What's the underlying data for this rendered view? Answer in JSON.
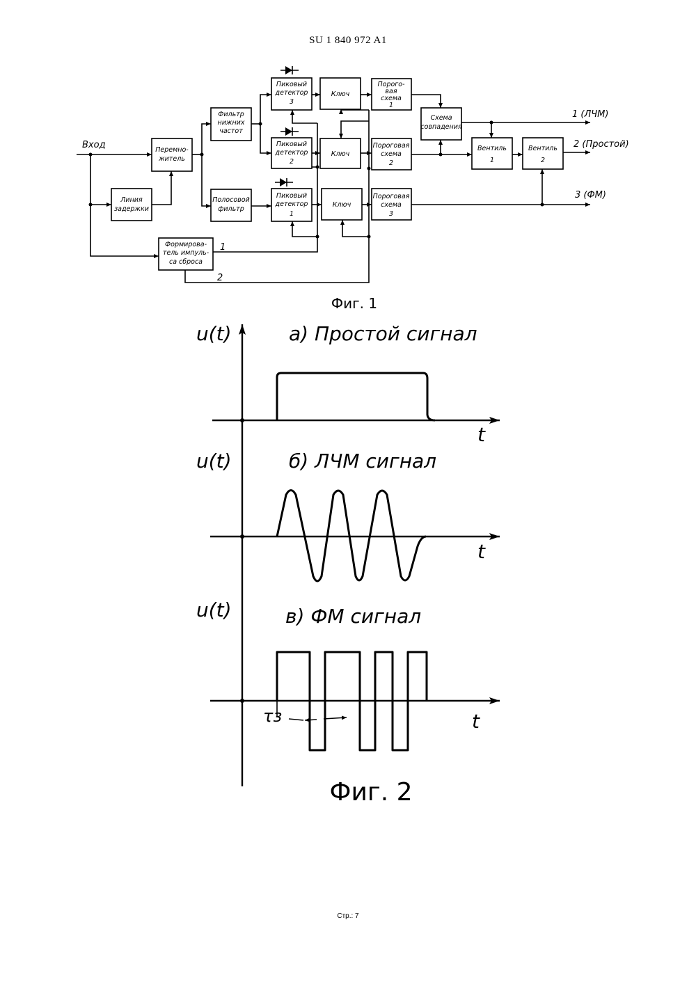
{
  "header": "SU    1 840 972  A1",
  "footer": "Стр.: 7",
  "fig1": {
    "caption": "Фиг. 1",
    "input_label": "Вход",
    "blocks": {
      "multiplier": [
        "Перемно-",
        "житель"
      ],
      "delay": [
        "Линия",
        "задержки"
      ],
      "lpf": [
        "Фильтр",
        "нижних",
        "частот"
      ],
      "bpf": [
        "Полосовой",
        "фильтр"
      ],
      "pd3": [
        "Пиковый",
        "детектор",
        "3"
      ],
      "pd2": [
        "Пиковый",
        "детектор",
        "2"
      ],
      "pd1": [
        "Пиковый",
        "детектор",
        "1"
      ],
      "key3": "Ключ",
      "key2": "Ключ",
      "key1": "Ключ",
      "th1": [
        "Порого-",
        "вая",
        "схема",
        "1"
      ],
      "th2": [
        "Пороговая",
        "схема",
        "2"
      ],
      "th3": [
        "Пороговая",
        "схема",
        "3"
      ],
      "coinc": [
        "Схема",
        "совпадения"
      ],
      "gate1": [
        "Вентиль",
        "1"
      ],
      "gate2": [
        "Вентиль",
        "2"
      ],
      "reset": [
        "Формирова-",
        "тель импуль-",
        "са сброса"
      ]
    },
    "reset_out1": "1",
    "reset_out2": "2",
    "outputs": [
      "1 (ЛЧМ)",
      "2 (Простой)",
      "3 (ФМ)"
    ]
  },
  "fig2": {
    "caption": "Фиг. 2",
    "ylabel": "u(t)",
    "xlabel": "t",
    "tau_label": "τз",
    "panels": [
      {
        "title": "а)  Простой сигнал"
      },
      {
        "title": "б)  ЛЧМ сигнал"
      },
      {
        "title": "в)  ФМ сигнал"
      }
    ]
  }
}
